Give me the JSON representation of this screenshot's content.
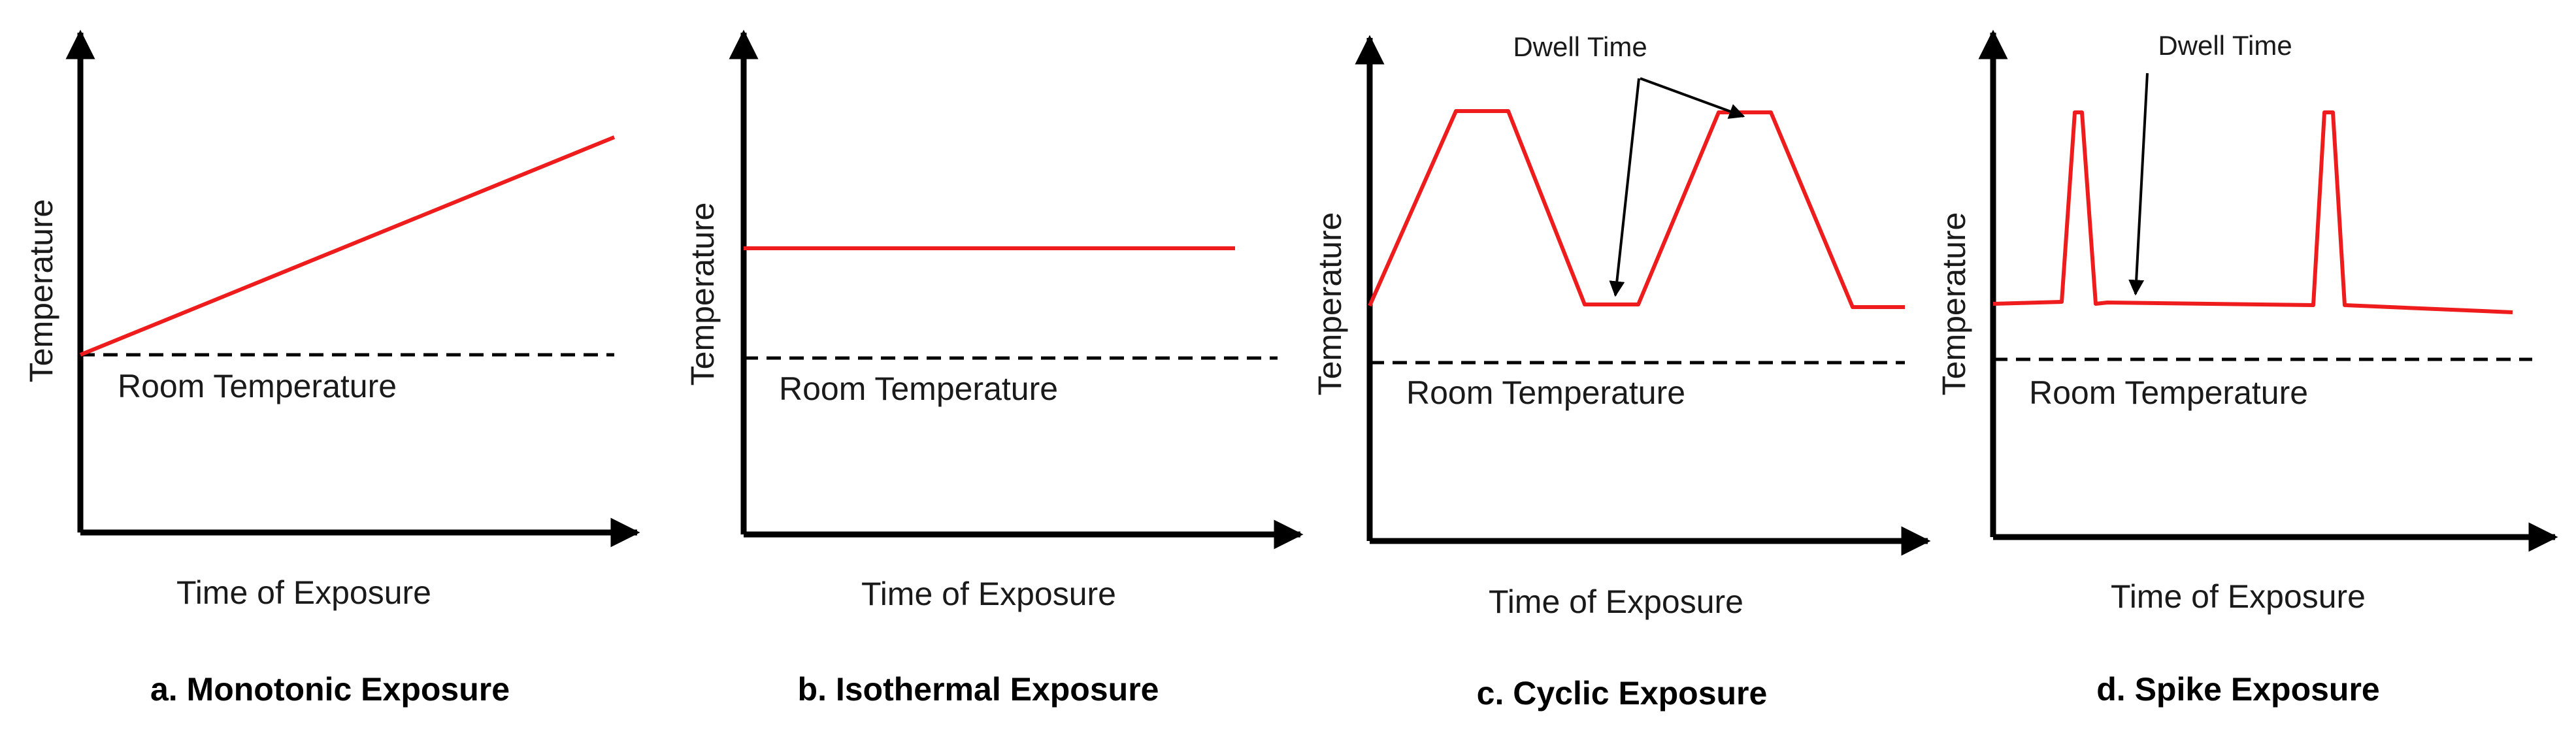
{
  "colors": {
    "curve": "#ee1c1c",
    "axis": "#000000",
    "text": "#1a1a1a"
  },
  "panels": [
    {
      "id": "a",
      "ylabel": "Temperature",
      "xlabel": "Time of Exposure",
      "room_label": "Room Temperature",
      "caption": "a. Monotonic Exposure"
    },
    {
      "id": "b",
      "ylabel": "Temperature",
      "xlabel": "Time of Exposure",
      "room_label": "Room Temperature",
      "caption": "b. Isothermal Exposure"
    },
    {
      "id": "c",
      "ylabel": "Temperature",
      "xlabel": "Time of Exposure",
      "room_label": "Room Temperature",
      "caption": "c. Cyclic Exposure",
      "annotation": "Dwell Time"
    },
    {
      "id": "d",
      "ylabel": "Temperature",
      "xlabel": "Time of Exposure",
      "room_label": "Room Temperature",
      "caption": "d. Spike Exposure",
      "annotation": "Dwell Time"
    }
  ]
}
